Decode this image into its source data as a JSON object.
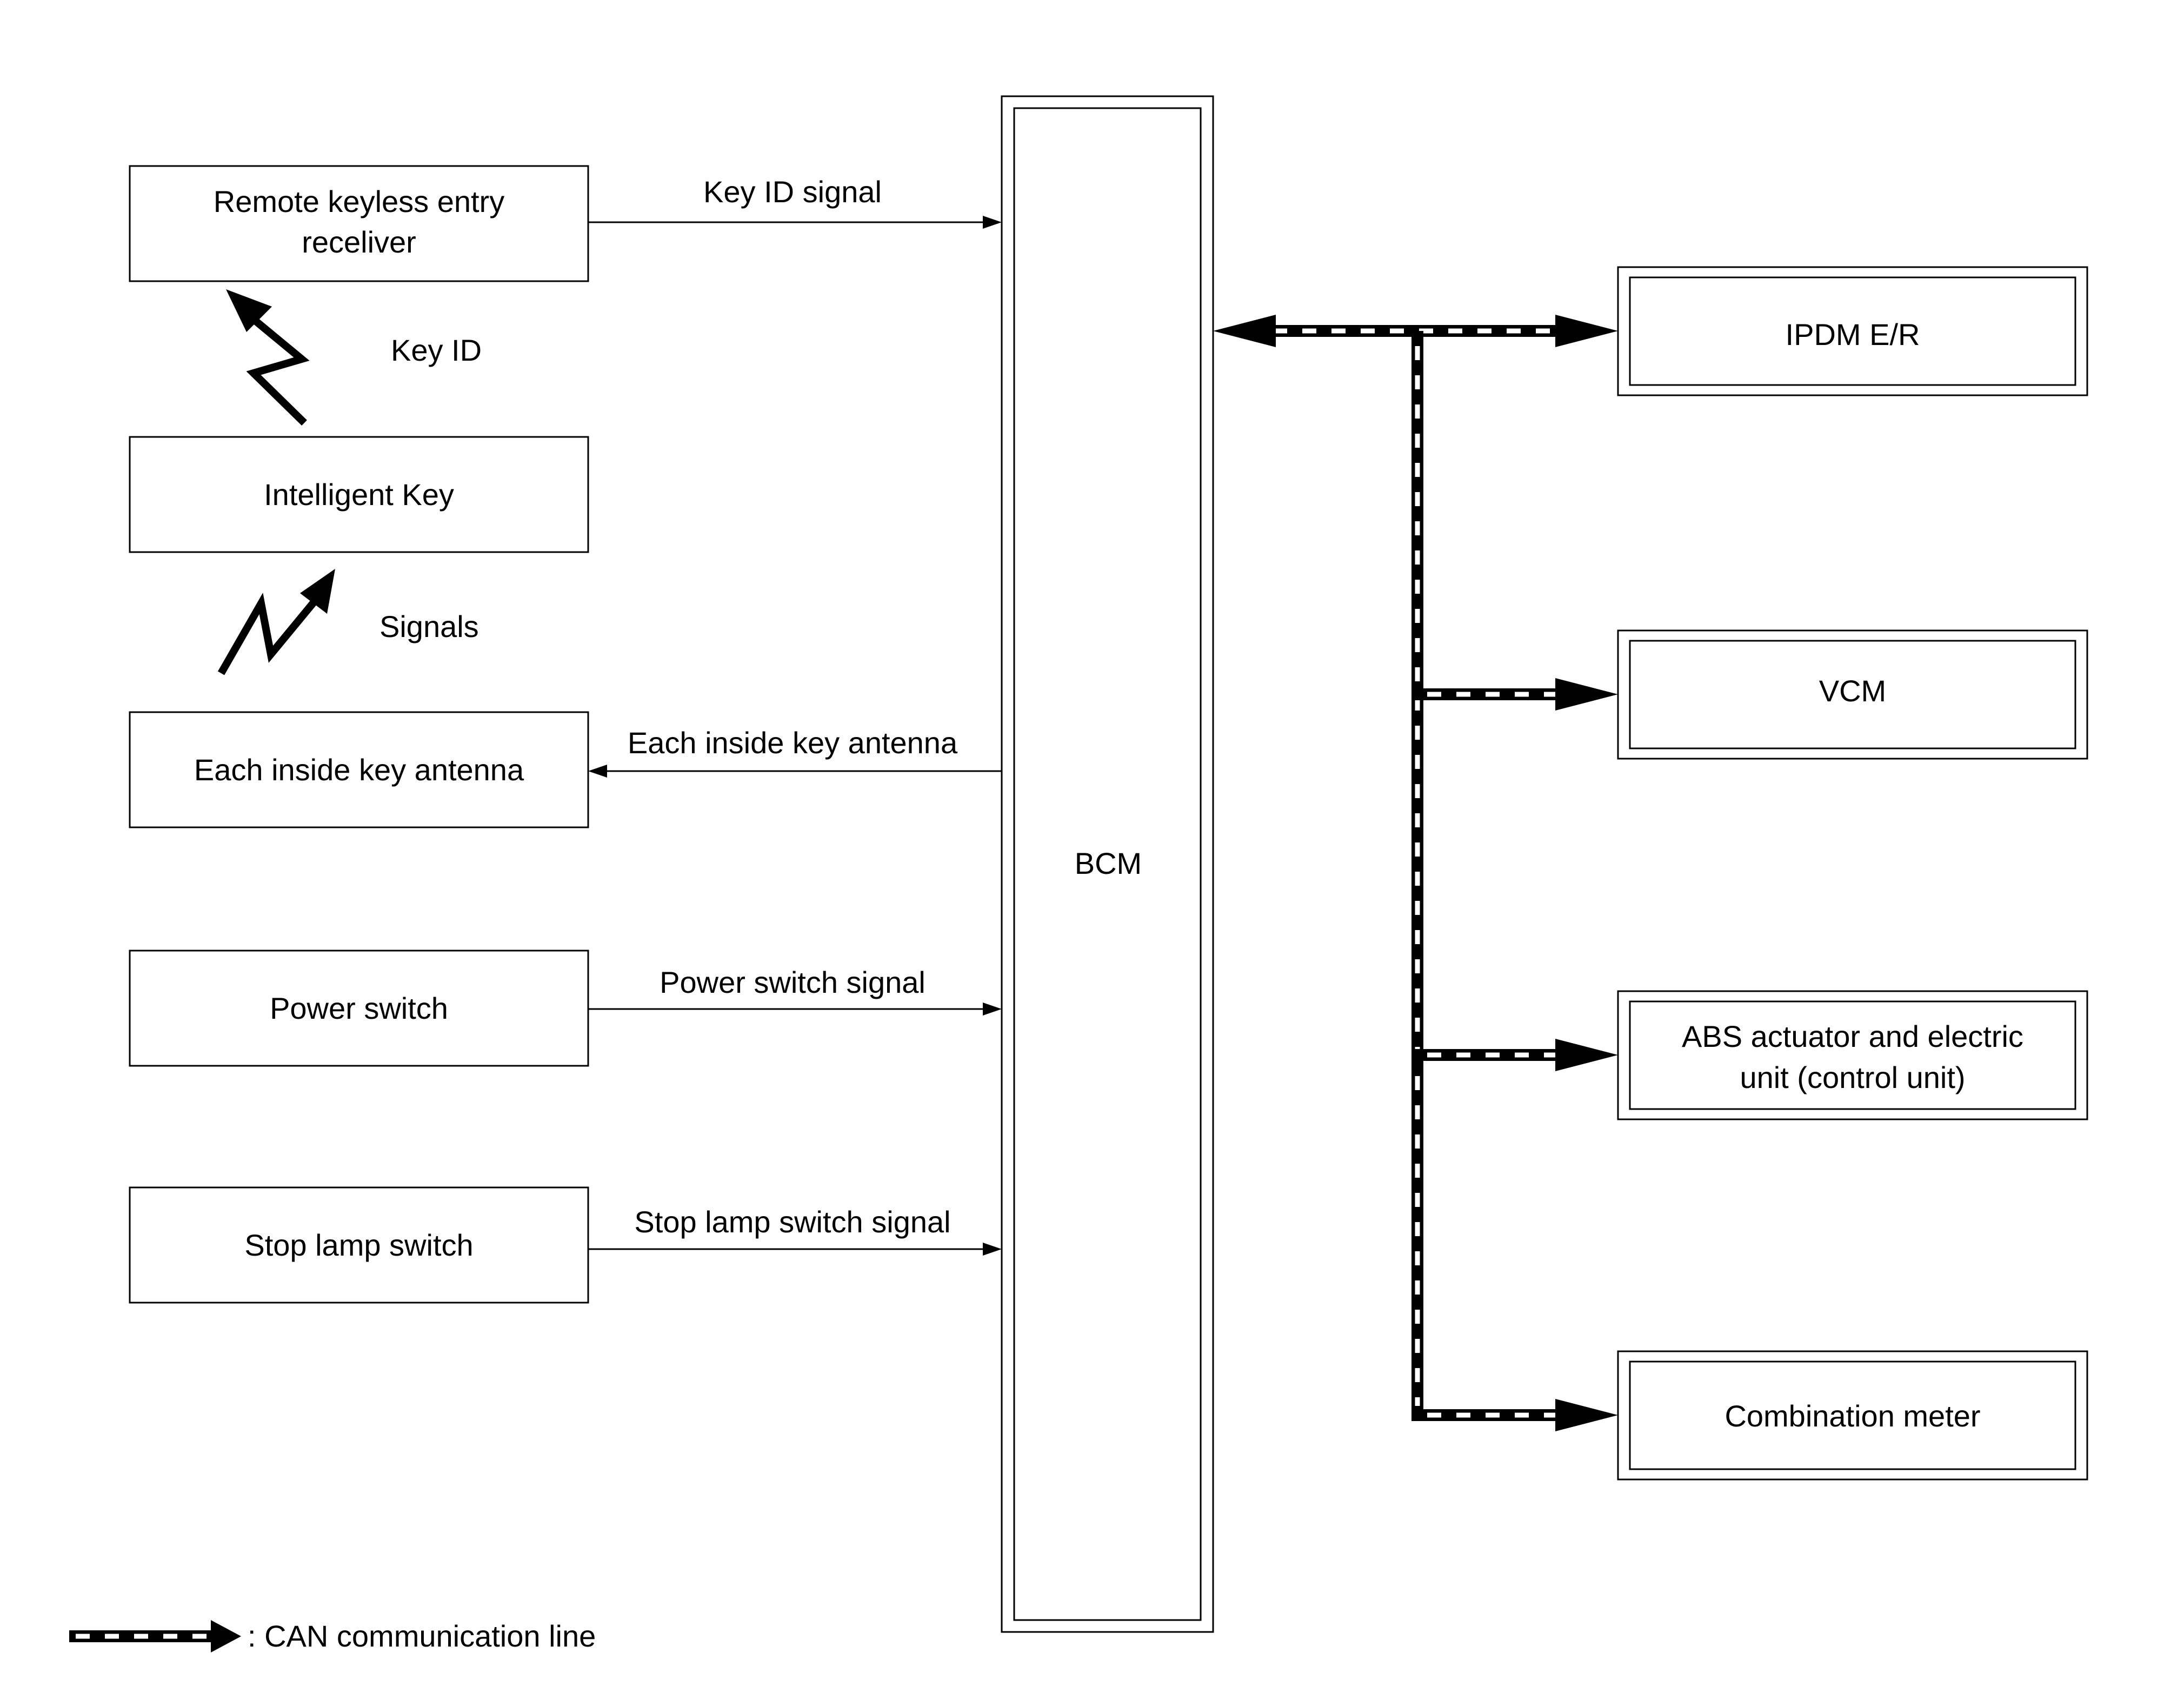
{
  "left_components": {
    "remote_keyless_receiver": [
      "Remote keyless entry",
      "receliver"
    ],
    "intelligent_key": "Intelligent Key",
    "inside_key_antenna": "Each inside key antenna",
    "power_switch": "Power switch",
    "stop_lamp_switch": "Stop lamp switch"
  },
  "wireless_labels": {
    "key_id": "Key ID",
    "signals": "Signals"
  },
  "signal_labels": {
    "key_id_signal": "Key ID signal",
    "inside_key_antenna": "Each inside key antenna",
    "power_switch_signal": "Power switch signal",
    "stop_lamp_switch_signal": "Stop lamp switch signal"
  },
  "center": {
    "bcm": "BCM"
  },
  "right_components": {
    "ipdm": "IPDM E/R",
    "vcm": "VCM",
    "abs": [
      "ABS actuator and electric",
      "unit (control unit)"
    ],
    "combination_meter": "Combination meter"
  },
  "legend": {
    "can_label": ": CAN communication line"
  },
  "colors": {
    "stroke": "#000000",
    "background": "#ffffff"
  }
}
